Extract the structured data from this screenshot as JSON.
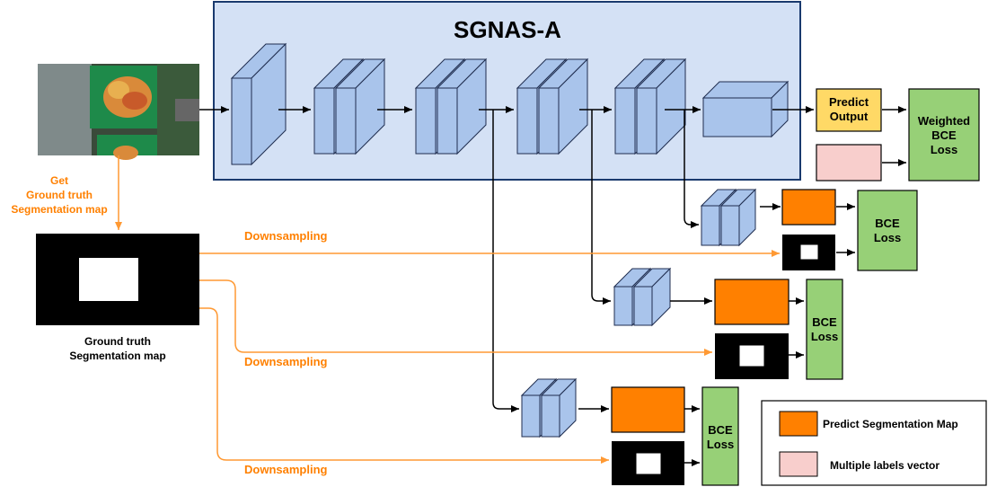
{
  "title": "SGNAS-A",
  "input_image": {
    "description_icon": "mango-photo"
  },
  "labels": {
    "get_gt": [
      "Get",
      "Ground truth",
      "Segmentation map"
    ],
    "gt_caption": [
      "Ground truth",
      "Segmentation map"
    ],
    "downsampling_1": "Downsampling",
    "downsampling_2": "Downsampling",
    "downsampling_3": "Downsampling",
    "predict_output": [
      "Predict",
      "Output"
    ],
    "weighted_bce": [
      "Weighted",
      "BCE",
      "Loss"
    ],
    "bce_1": [
      "BCE",
      "Loss"
    ],
    "bce_2": [
      "BCE",
      "Loss"
    ],
    "bce_3": [
      "BCE",
      "Loss"
    ]
  },
  "legend": {
    "items": [
      {
        "label": "Predict Segmentation Map",
        "color": "#ff8000"
      },
      {
        "label": "Multiple labels vector",
        "color": "#f8cecc"
      }
    ]
  },
  "colors": {
    "block_fill": "#a9c4eb",
    "block_stroke": "#1f2d4f",
    "sgnas_bg": "#d4e1f5",
    "sgnas_stroke": "#1a3a6e",
    "orange": "#ff8000",
    "orange_arrow": "#ff9933",
    "green": "#97d077",
    "green_stroke": "#2d6a1e",
    "yellow": "#ffd966",
    "pink": "#f8cecc"
  }
}
